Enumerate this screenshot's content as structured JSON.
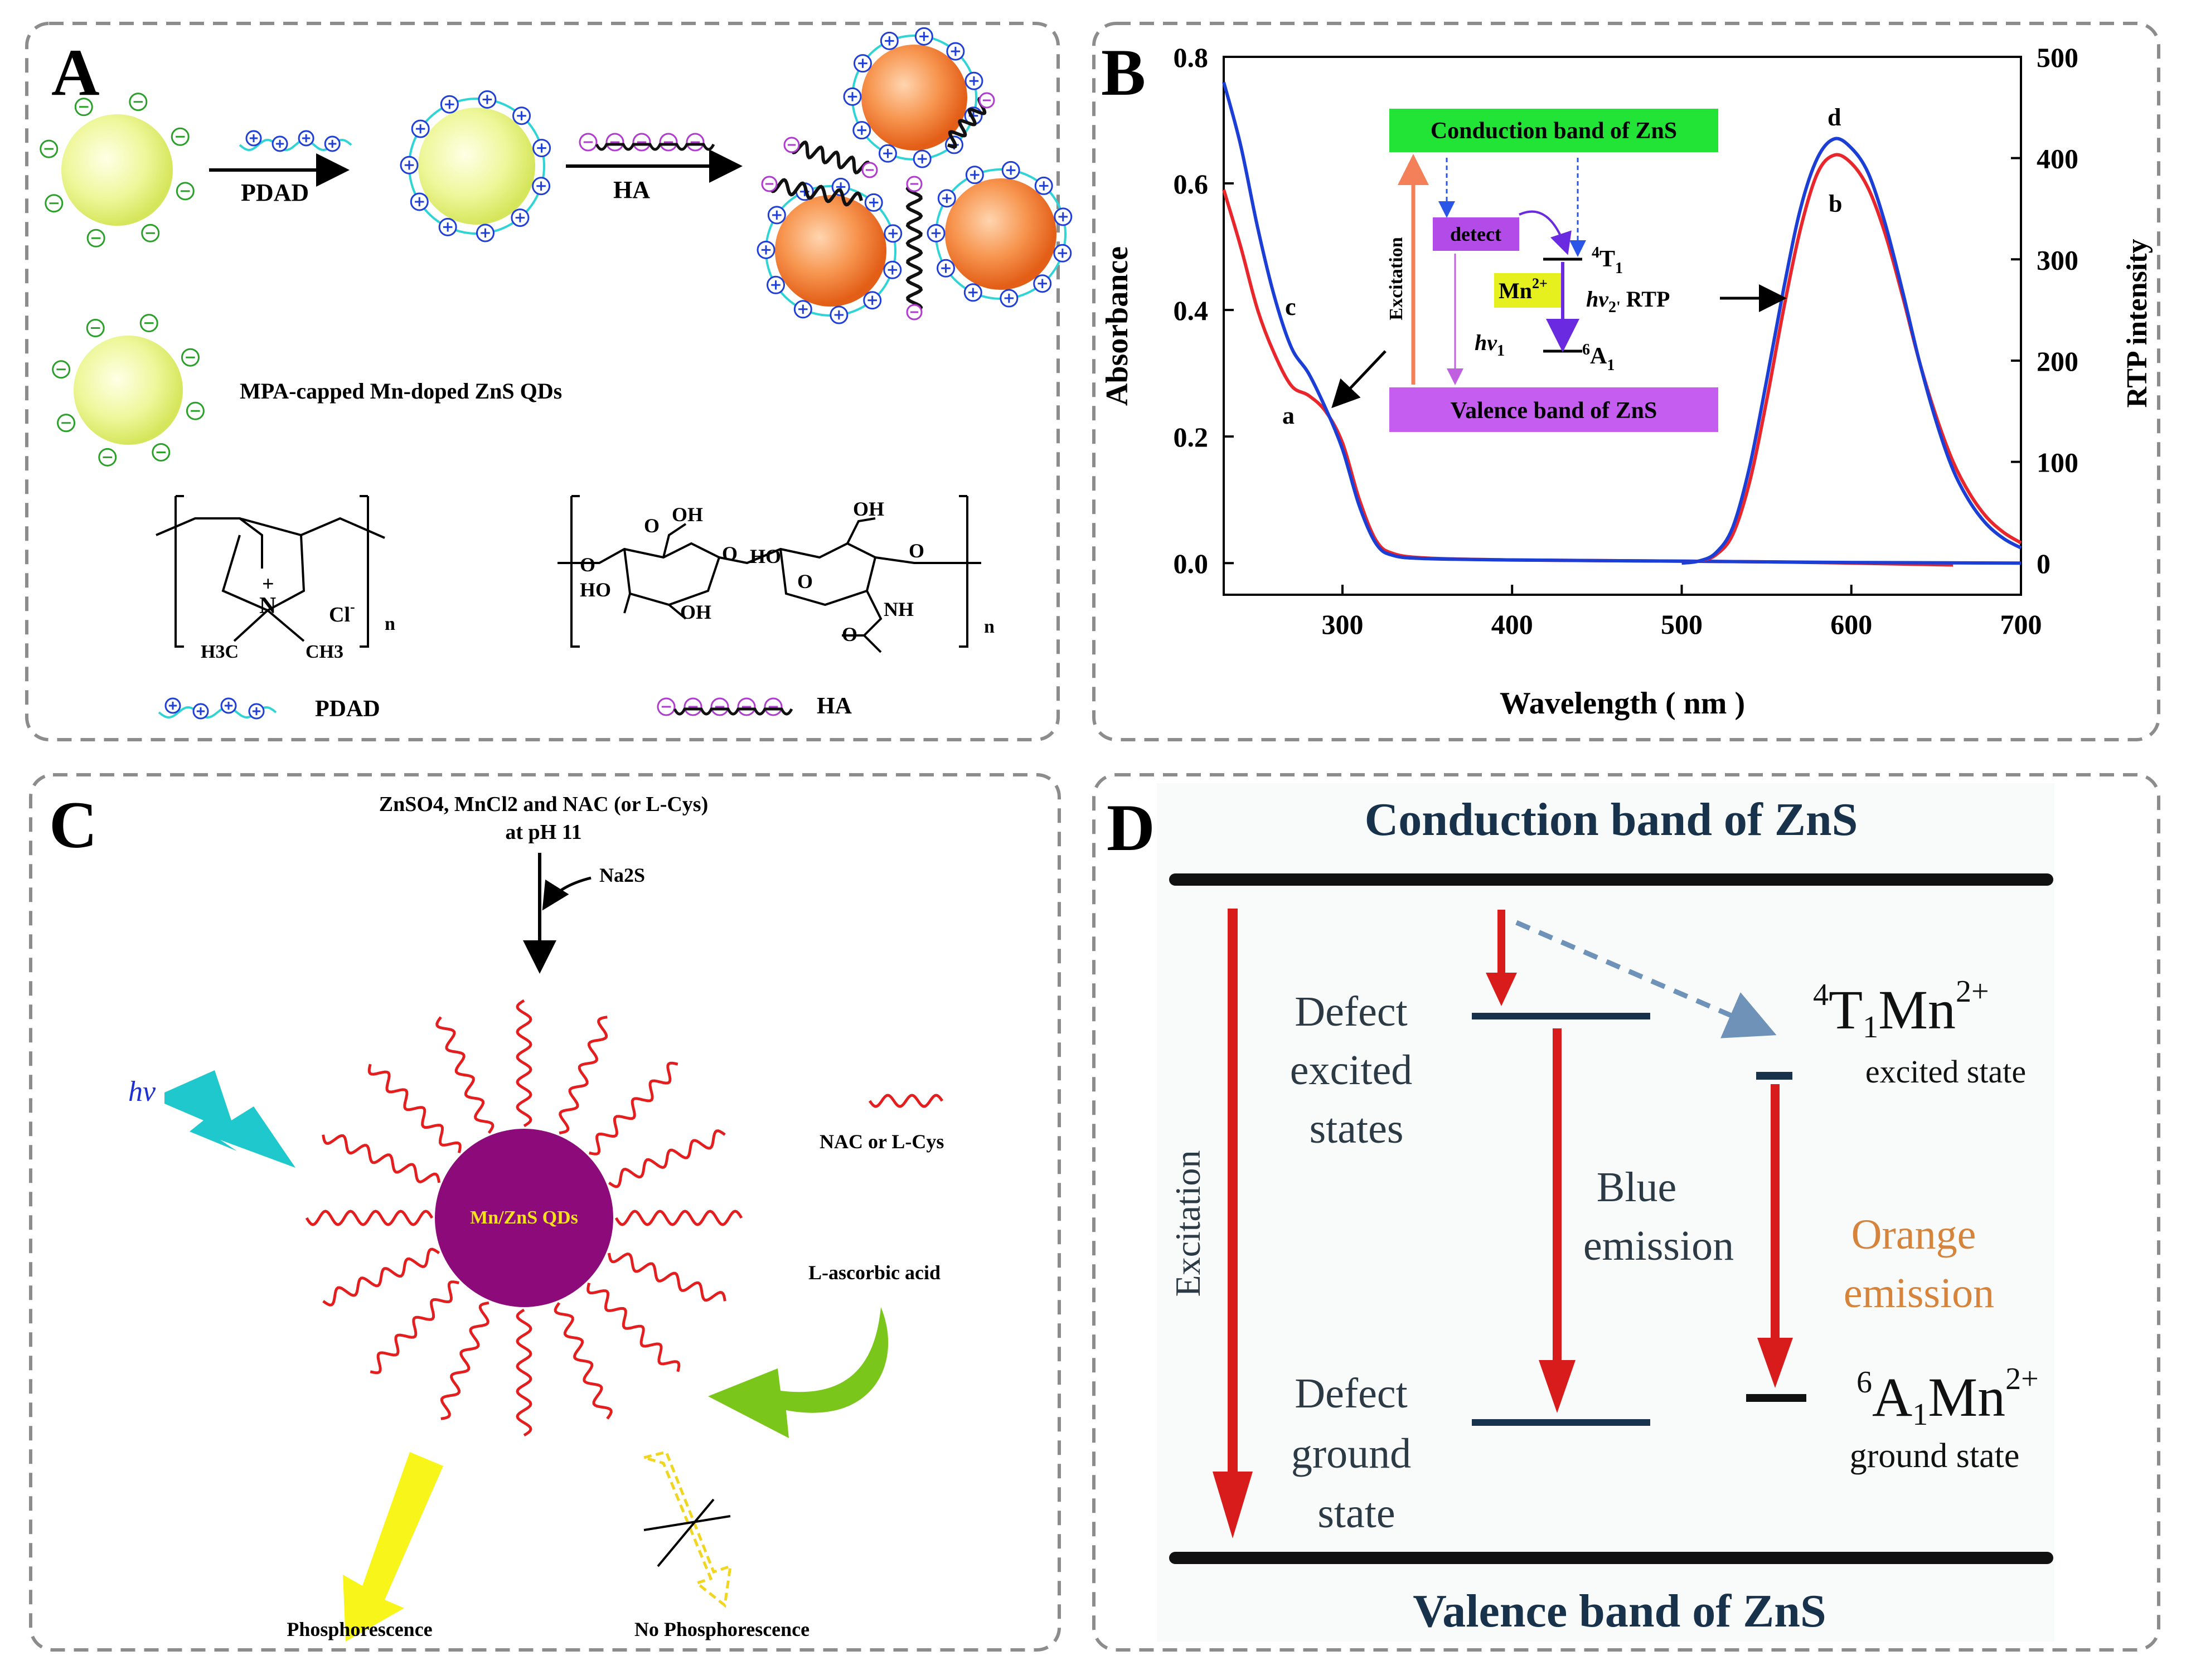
{
  "panels": {
    "A": {
      "letter": "A",
      "step1": "PDAD",
      "step2": "HA",
      "qd_label": "MPA-capped Mn-doped ZnS QDs",
      "pdad_formula": {
        "charge": "+",
        "N": "N",
        "cl": "Cl",
        "cl_sup": "-",
        "left_methyl": "H3C",
        "right_methyl": "CH3",
        "n": "n"
      },
      "ha_formula": {
        "cooh": "OH",
        "cooh_o": "O",
        "oh_top": "OH",
        "o_left": "O",
        "ho_a": "HO",
        "oh_b": "OH",
        "ho_c": "HO",
        "ring_o1": "O",
        "ring_o2": "O",
        "ring_o3": "O",
        "nh": "NH",
        "co": "O",
        "n": "n"
      },
      "legend_pdad": "PDAD",
      "legend_ha": "HA"
    },
    "B": {
      "letter": "B",
      "inset": {
        "conduction": "Conduction band of ZnS",
        "valence": "Valence band of ZnS",
        "detect": "detect",
        "mn": "Mn",
        "mn_sup": "2+",
        "excitation": "Excitation",
        "t1_sup": "4",
        "t1": "T",
        "t1_sub": "1",
        "a1_sup": "6",
        "a1": "A",
        "a1_sub": "1",
        "hv1": "hv",
        "hv1_sub": "1",
        "hv2": "hv",
        "hv2_sub": "2'",
        "rtp": "RTP"
      },
      "curve_labels": {
        "a": "a",
        "b": "b",
        "c": "c",
        "d": "d"
      },
      "chart_data": {
        "type": "line",
        "xlabel": "Wavelength ( nm )",
        "ylabel_left": "Absorbance",
        "ylabel_right": "RTP intensity",
        "xlim": [
          230,
          700
        ],
        "ylim_left": [
          -0.05,
          0.8
        ],
        "ylim_right": [
          -31.25,
          500
        ],
        "x_ticks": [
          300,
          400,
          500,
          600,
          700
        ],
        "y_ticks_left": [
          "0.0",
          "0.2",
          "0.4",
          "0.6",
          "0.8"
        ],
        "y_ticks_right": [
          0,
          100,
          200,
          300,
          400,
          500
        ],
        "colors": {
          "red": "#e8262b",
          "blue": "#1a3ed6"
        },
        "series": [
          {
            "label": "a",
            "axis": "left",
            "color": "#e8262b",
            "x": [
              230,
              240,
              250,
              260,
              270,
              280,
              290,
              300,
              310,
              320,
              330,
              350,
              400,
              450,
              500,
              550,
              600,
              660
            ],
            "y": [
              0.59,
              0.5,
              0.4,
              0.33,
              0.28,
              0.265,
              0.24,
              0.19,
              0.1,
              0.035,
              0.015,
              0.008,
              0.005,
              0.004,
              0.003,
              0.002,
              0.0,
              -0.003
            ]
          },
          {
            "label": "c",
            "axis": "left",
            "color": "#1a3ed6",
            "x": [
              230,
              240,
              250,
              260,
              270,
              280,
              290,
              300,
              310,
              320,
              330,
              350,
              400,
              450,
              500,
              550,
              600,
              700
            ],
            "y": [
              0.76,
              0.66,
              0.53,
              0.42,
              0.34,
              0.3,
              0.245,
              0.18,
              0.09,
              0.03,
              0.012,
              0.007,
              0.005,
              0.004,
              0.003,
              0.002,
              0.001,
              0.0
            ]
          },
          {
            "label": "b",
            "axis": "right",
            "color": "#e8262b",
            "x": [
              500,
              510,
              520,
              530,
              540,
              550,
              560,
              570,
              580,
              590,
              600,
              610,
              620,
              630,
              640,
              650,
              660,
              670,
              680,
              690,
              700
            ],
            "y": [
              0,
              2,
              8,
              28,
              80,
              160,
              250,
              330,
              385,
              403,
              395,
              370,
              325,
              265,
              200,
              145,
              100,
              68,
              45,
              30,
              20
            ]
          },
          {
            "label": "d",
            "axis": "right",
            "color": "#1a3ed6",
            "x": [
              500,
              510,
              520,
              530,
              540,
              550,
              560,
              570,
              580,
              590,
              600,
              610,
              620,
              630,
              640,
              650,
              660,
              670,
              680,
              690,
              700
            ],
            "y": [
              0,
              2,
              10,
              35,
              95,
              180,
              270,
              350,
              400,
              419,
              410,
              385,
              335,
              270,
              200,
              140,
              92,
              60,
              38,
              24,
              15
            ]
          }
        ]
      }
    },
    "C": {
      "letter": "C",
      "reagents_line1": "ZnSO4, MnCl2 and NAC (or L-Cys)",
      "reagents_line2": "at pH 11",
      "na2s": "Na2S",
      "hv": "hv",
      "qd": "Mn/ZnS QDs",
      "ligand": "NAC or L-Cys",
      "ascorbic": "L-ascorbic acid",
      "phos": "Phosphorescence",
      "nophos": "No Phosphorescence"
    },
    "D": {
      "letter": "D",
      "conduction": "Conduction band of ZnS",
      "valence": "Valence band of ZnS",
      "defect_excited": [
        "Defect",
        "excited",
        "states"
      ],
      "defect_ground": [
        "Defect",
        "ground",
        "state"
      ],
      "blue_emission": [
        "Blue",
        "emission"
      ],
      "orange_emission": [
        "Orange",
        "emission"
      ],
      "excitation": "Excitation",
      "t1_sup": "4",
      "t1": "T",
      "t1_sub": "1",
      "mn": "Mn",
      "mn_sup": "2+",
      "excited_state": "excited state",
      "a1_sup": "6",
      "a1": "A",
      "a1_sub": "1",
      "ground_state": "ground state"
    }
  }
}
